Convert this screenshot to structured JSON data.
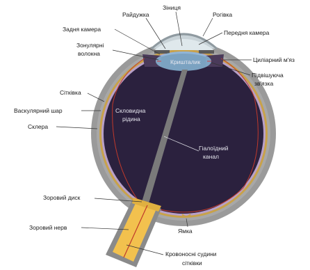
{
  "colors": {
    "sclera": "#9a9a9a",
    "choroid": "#c8a24a",
    "retina": "#b8a0c8",
    "vitreous": "#2b213e",
    "lens": "#8ab8d8",
    "optic_nerve": "#f2c14e",
    "iris": "#5a5a5a",
    "vessel": "#c0392b"
  },
  "labels": {
    "iris": "Райдужка",
    "pupil": "Зіниця",
    "cornea": "Рогівка",
    "posterior_chamber": "Задня камера",
    "anterior_chamber": "Передня камера",
    "zonular_fibers": "Зонулярні волокна",
    "ciliary_muscle": "Циліарний м'яз",
    "lens": "Кришталик",
    "suspensory_ligament": "Підвішуюча зв'язка",
    "retina": "Сітківка",
    "choroid": "Васкулярний шар",
    "sclera": "Склера",
    "vitreous": "Скловидна рідина",
    "hyaloid_canal": "Гіалоїдний канал",
    "optic_disc": "Зоровий диск",
    "optic_nerve": "Зоровий нерв",
    "fovea": "Ямка",
    "retinal_vessels": "Кровоносні судини сітківки"
  }
}
